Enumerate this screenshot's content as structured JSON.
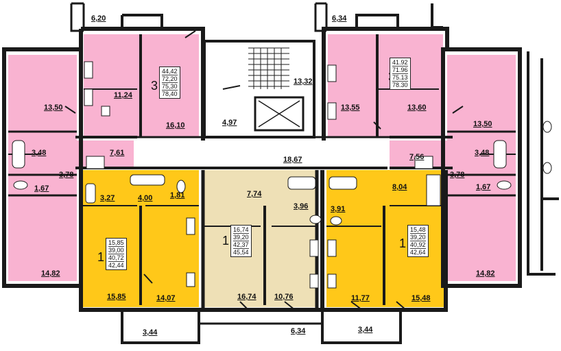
{
  "colors": {
    "pink": "#f9b3d1",
    "orange": "#ffc819",
    "beige": "#eee0b6",
    "wall": "#1a1a1a",
    "corridor": "#ffffff"
  },
  "rooms": {
    "top_left_balcony": "6,20",
    "top_right_balcony": "6,34",
    "lt_kitchen": "11,24",
    "rt_kitchen": "13,55",
    "rt_room": "13,60",
    "stair_landing": "13,32",
    "left_room": "13,50",
    "right_room_top": "13,50",
    "lt_room": "16,10",
    "lobby": "4,97",
    "left_bath": "3,48",
    "right_bath": "3,48",
    "left_hall": "7,61",
    "right_hall": "7,56",
    "corridor": "18,67",
    "left_hall2": "3,78",
    "right_hall2": "3,78",
    "left_wc": "1,67",
    "right_wc": "1,67",
    "l1_bath": "3,27",
    "l1_hall": "4,00",
    "l1_wc": "1,81",
    "c1_hall": "7,74",
    "c1_bath": "3,96",
    "r1_bath": "3,91",
    "r1_hall": "8,04",
    "left_room_bottom": "14,82",
    "right_room_bottom": "14,82",
    "l1_room": "15,85",
    "l1_kitchen": "14,07",
    "c1_room": "16,74",
    "c1_kitchen": "10,76",
    "r1_kitchen": "11,77",
    "r1_room": "15,48",
    "bottom_left_balcony": "3,44",
    "bottom_mid_balcony": "6,34",
    "bottom_right_balcony": "3,44"
  },
  "units": {
    "left3": {
      "rooms": "3",
      "areas": [
        "44,42",
        "72,20",
        "75,30",
        "78,40"
      ]
    },
    "right3": {
      "rooms": "3",
      "areas": [
        "41.92",
        "71.96",
        "75.13",
        "78.30"
      ]
    },
    "left1": {
      "rooms": "1",
      "areas": [
        "15,85",
        "39,00",
        "40,72",
        "42,44"
      ]
    },
    "center1": {
      "rooms": "1",
      "areas": [
        "16,74",
        "39,20",
        "42,37",
        "45,54"
      ]
    },
    "right1": {
      "rooms": "1",
      "areas": [
        "15,48",
        "39,20",
        "40,92",
        "42,64"
      ]
    }
  }
}
